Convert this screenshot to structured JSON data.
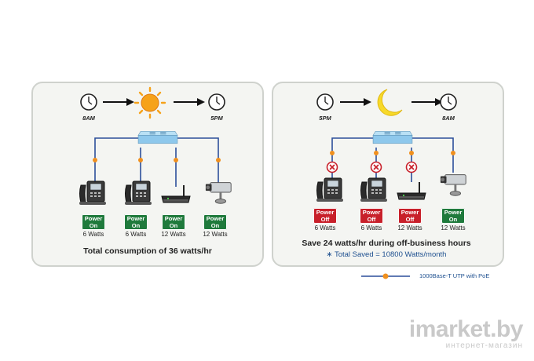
{
  "left_panel": {
    "start_time": "8AM",
    "end_time": "5PM",
    "devices": [
      {
        "status": "Power\nOn",
        "watts": "6 Watts"
      },
      {
        "status": "Power\nOn",
        "watts": "6 Watts"
      },
      {
        "status": "Power\nOn",
        "watts": "12 Watts"
      },
      {
        "status": "Power\nOn",
        "watts": "12 Watts"
      }
    ],
    "caption": "Total consumption of 36 watts/hr"
  },
  "right_panel": {
    "start_time": "5PM",
    "end_time": "8AM",
    "devices": [
      {
        "status": "Power\nOff",
        "watts": "6 Watts"
      },
      {
        "status": "Power\nOff",
        "watts": "6 Watts"
      },
      {
        "status": "Power\nOff",
        "watts": "12 Watts"
      },
      {
        "status": "Power\nOn",
        "watts": "12 Watts"
      }
    ],
    "caption": "Save 24 watts/hr during off-business hours",
    "caption_sub": "∗ Total Saved = 10800 Watts/month"
  },
  "legend": {
    "label": "1000Base-T UTP with PoE"
  },
  "watermark": {
    "brand": "imarket.by",
    "tagline": "интернет-магазин"
  },
  "colors": {
    "line": "#2c4f9a",
    "connector": "#f0901e",
    "power_on": "#1f7a3c",
    "power_off": "#c8202a",
    "switch": "#8ec8ec"
  },
  "icons": [
    "clock-icon",
    "arrow-icon",
    "sun-icon",
    "moon-icon",
    "switch-icon",
    "ip-phone-icon",
    "wireless-ap-icon",
    "ip-camera-icon",
    "x-circle-icon"
  ]
}
